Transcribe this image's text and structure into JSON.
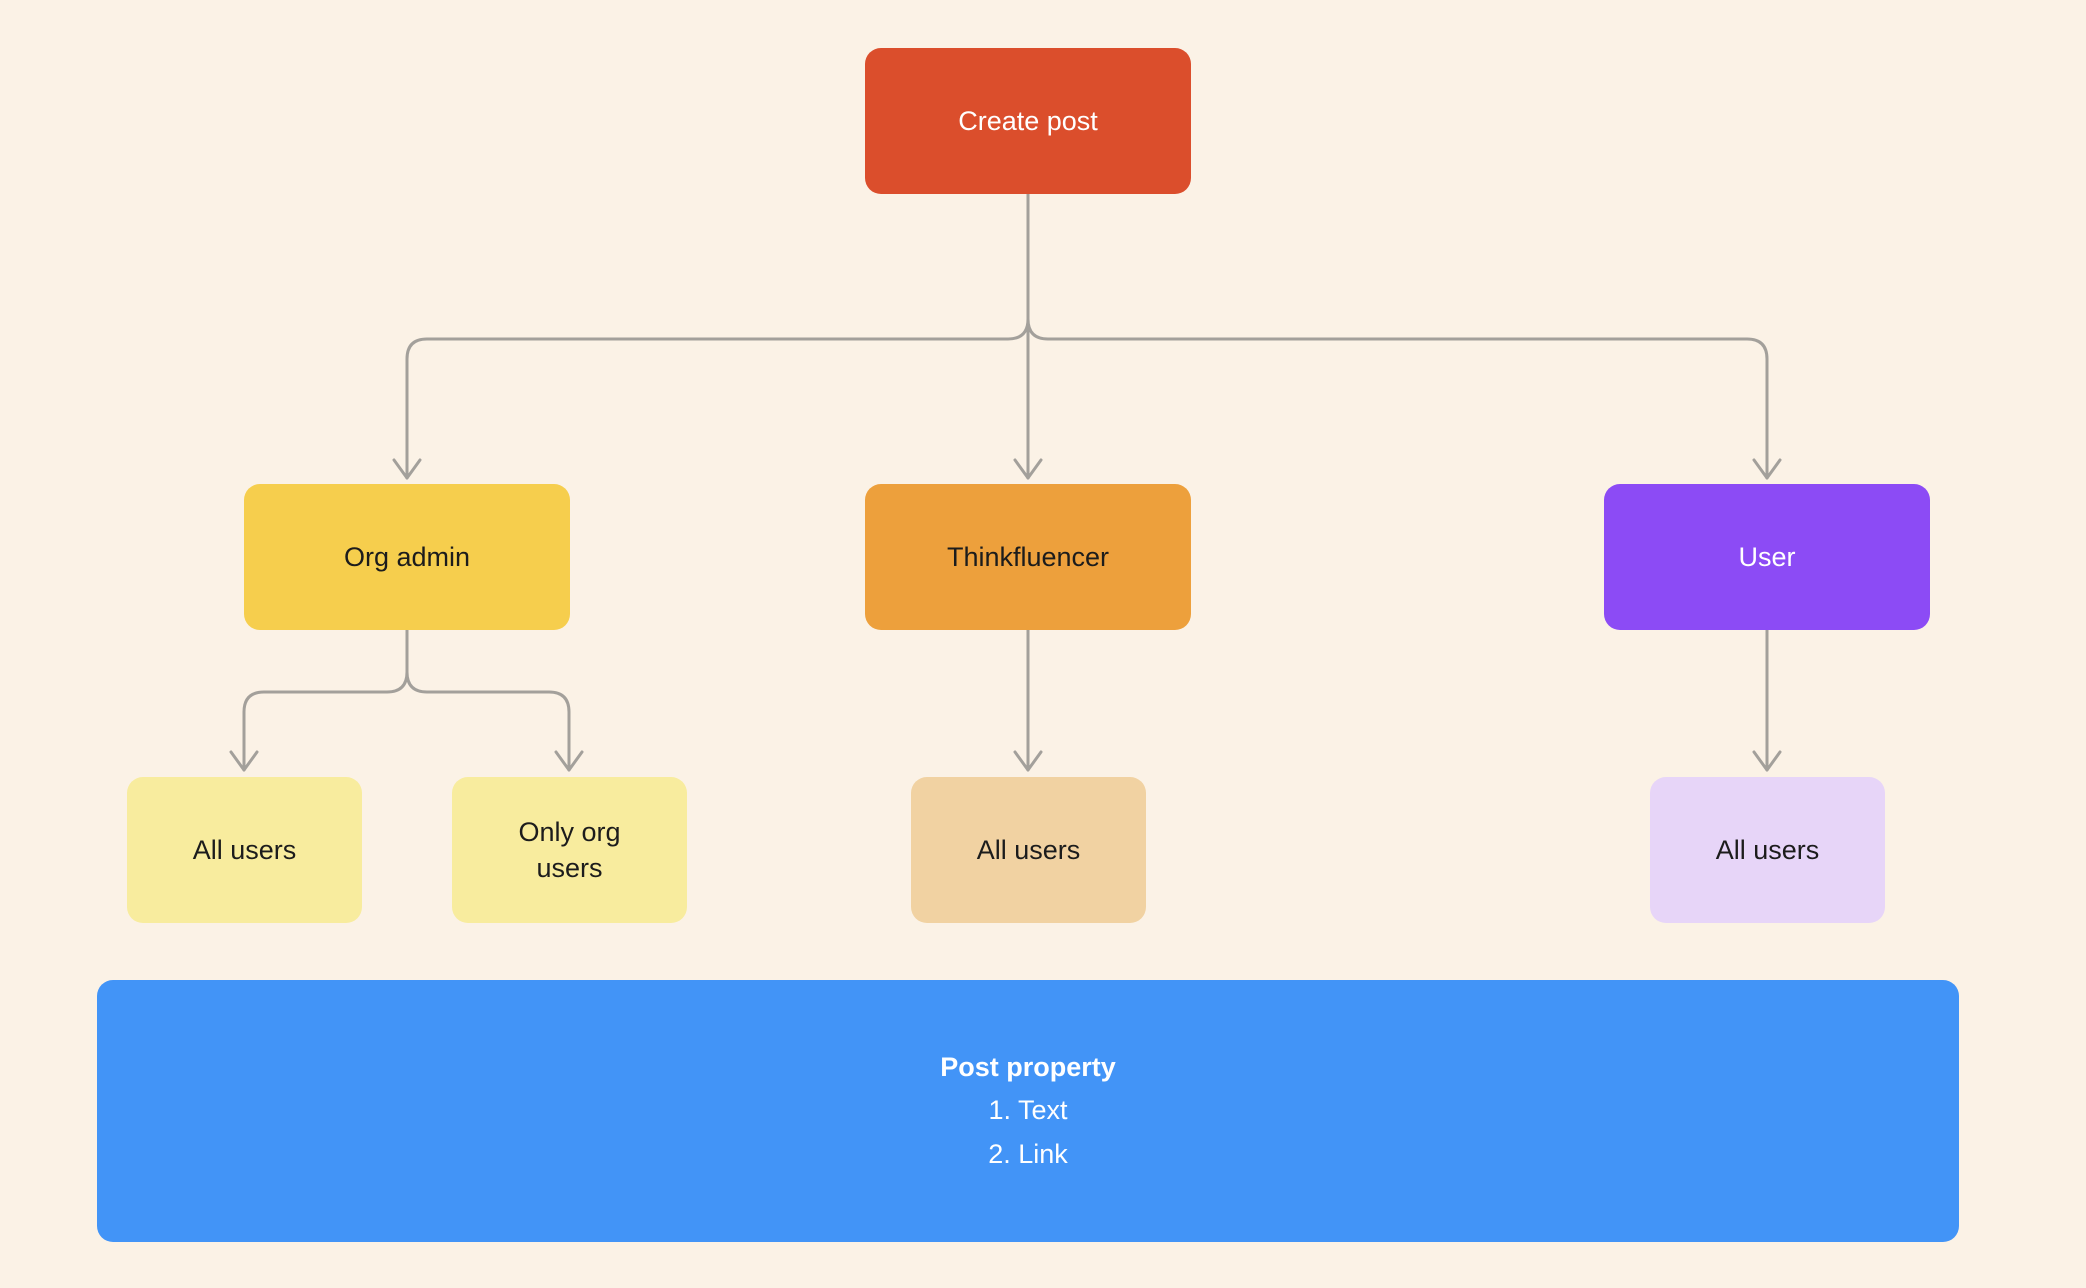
{
  "canvas": {
    "background_color": "#FBF2E6",
    "connector_color": "#A3A09B"
  },
  "nodes": {
    "create_post": {
      "label": "Create post",
      "bg": "#DB4E2C",
      "text_color": "#FFFFFF"
    },
    "org_admin": {
      "label": "Org admin",
      "bg": "#F6CE4D",
      "text_color": "#1C1C1C"
    },
    "thinkfluencer": {
      "label": "Thinkfluencer",
      "bg": "#EDA03C",
      "text_color": "#1C1C1C"
    },
    "user": {
      "label": "User",
      "bg": "#8C4BF5",
      "text_color": "#FFFFFF"
    },
    "org_admin_all_users": {
      "label": "All users",
      "bg": "#F8EC9E",
      "text_color": "#1C1C1C"
    },
    "org_admin_only_org_users": {
      "label": "Only org users",
      "bg": "#F8EC9E",
      "text_color": "#1C1C1C"
    },
    "thinkfluencer_all_users": {
      "label": "All users",
      "bg": "#F1D2A2",
      "text_color": "#1C1C1C"
    },
    "user_all_users": {
      "label": "All users",
      "bg": "#E7D5F8",
      "text_color": "#1C1C1C"
    }
  },
  "edges": [
    {
      "from": "create_post",
      "to": "org_admin"
    },
    {
      "from": "create_post",
      "to": "thinkfluencer"
    },
    {
      "from": "create_post",
      "to": "user"
    },
    {
      "from": "org_admin",
      "to": "org_admin_all_users"
    },
    {
      "from": "org_admin",
      "to": "org_admin_only_org_users"
    },
    {
      "from": "thinkfluencer",
      "to": "thinkfluencer_all_users"
    },
    {
      "from": "user",
      "to": "user_all_users"
    }
  ],
  "note": {
    "title": "Post property",
    "items": [
      "1. Text",
      "2. Link"
    ],
    "bg": "#4294F7",
    "text_color": "#FFFFFF"
  }
}
